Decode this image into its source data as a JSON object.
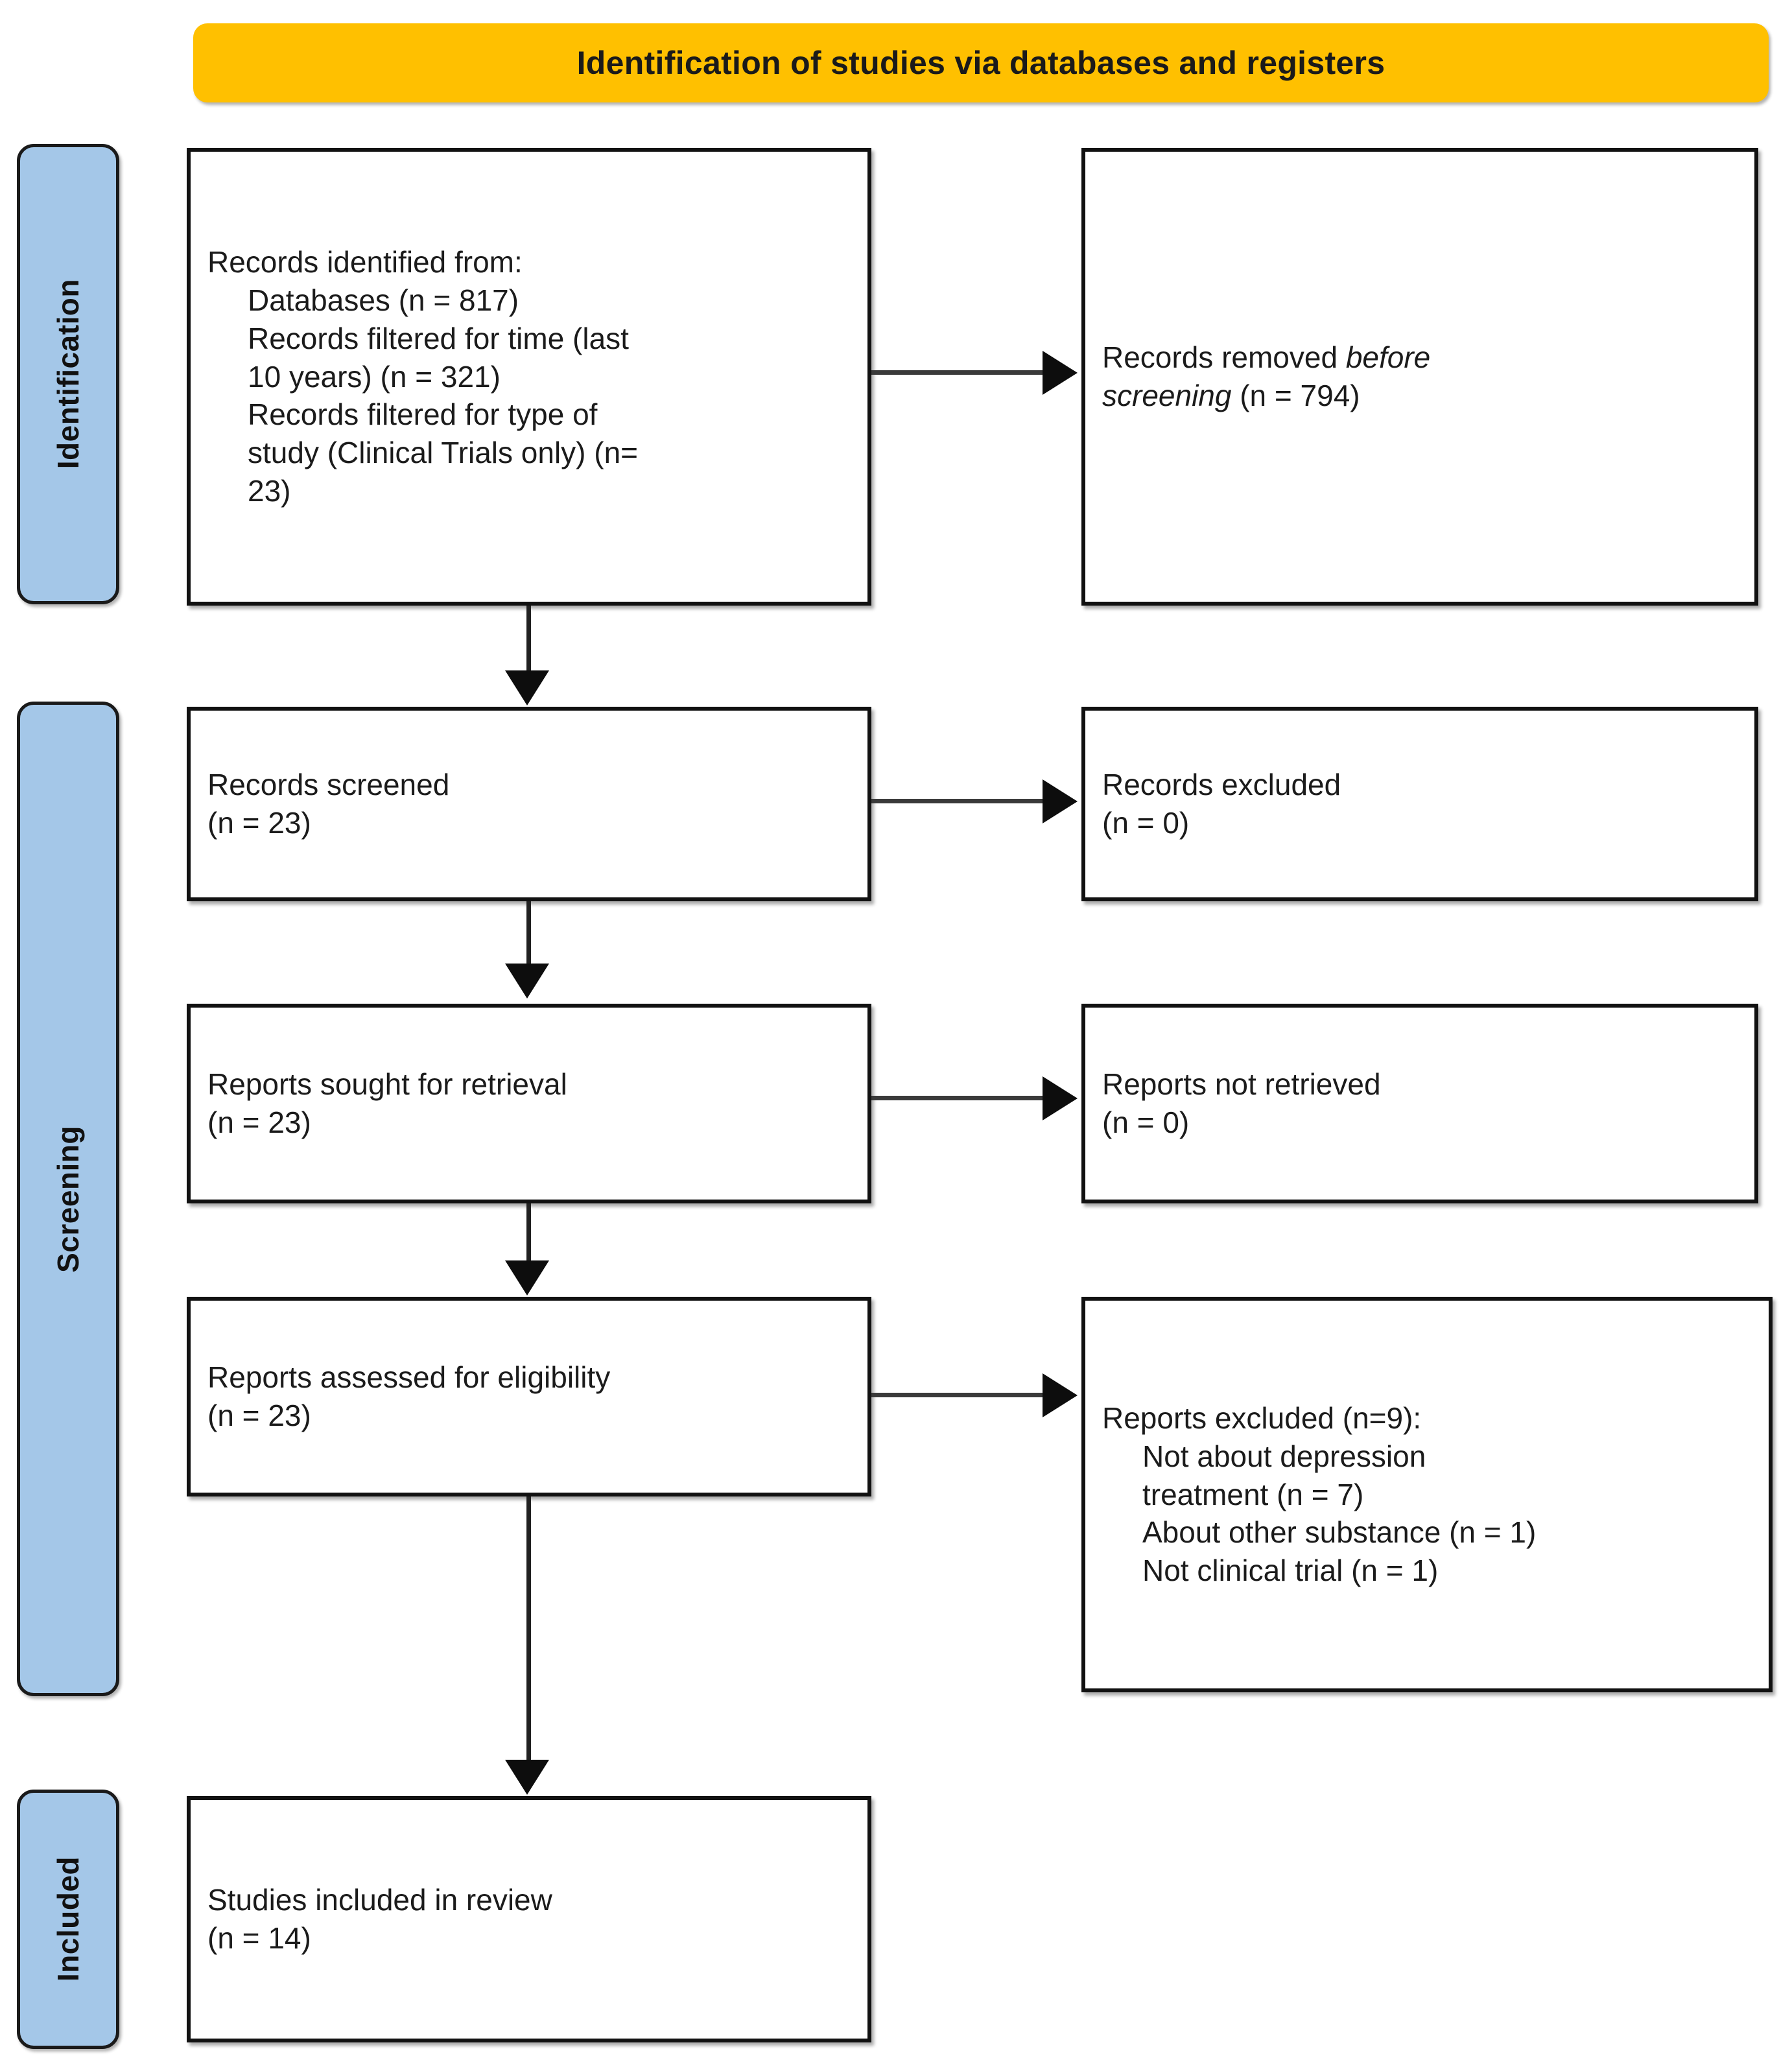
{
  "header": {
    "title": "Identification of studies via databases and registers"
  },
  "colors": {
    "banner": "#FFC000",
    "stage_label": "#A4C7E8",
    "box_border": "#111111",
    "text": "#1b1b1b"
  },
  "stages": [
    {
      "id": "identification",
      "label": "Identification"
    },
    {
      "id": "screening",
      "label": "Screening"
    },
    {
      "id": "included",
      "label": "Included"
    }
  ],
  "boxes": {
    "identified": {
      "lines": [
        "Records identified from:",
        "Databases (n = 817)",
        "Records filtered for time (last",
        "10 years) (n = 321)",
        "Records filtered for type of",
        "study (Clinical Trials only) (n=",
        "23)"
      ]
    },
    "removed": {
      "line1_plain": "Records removed ",
      "line1_italic": "before",
      "line2_italic": "screening",
      "line2_plain": " (n = 794)"
    },
    "screened": {
      "line1": "Records screened",
      "line2": "(n = 23)"
    },
    "records_excluded": {
      "line1": "Records excluded",
      "line2": "(n = 0)"
    },
    "sought": {
      "line1": "Reports sought for retrieval",
      "line2": "(n = 23)"
    },
    "not_retrieved": {
      "line1": "Reports not retrieved",
      "line2": "(n = 0)"
    },
    "assessed": {
      "line1": "Reports assessed for eligibility",
      "line2": "(n = 23)"
    },
    "reports_excluded": {
      "lines": [
        "Reports excluded (n=9):",
        "Not about depression",
        "treatment (n = 7)",
        "About other substance (n = 1)",
        "Not clinical trial (n = 1)"
      ]
    },
    "included": {
      "line1": "Studies included in review",
      "line2": "(n = 14)"
    }
  },
  "counts": {
    "databases": 817,
    "filtered_time": 321,
    "filtered_type": 23,
    "removed_before_screening": 794,
    "screened": 23,
    "records_excluded": 0,
    "sought": 23,
    "not_retrieved": 0,
    "assessed": 23,
    "reports_excluded_total": 9,
    "not_about_depression_treatment": 7,
    "about_other_substance": 1,
    "not_clinical_trial": 1,
    "studies_included": 14
  }
}
